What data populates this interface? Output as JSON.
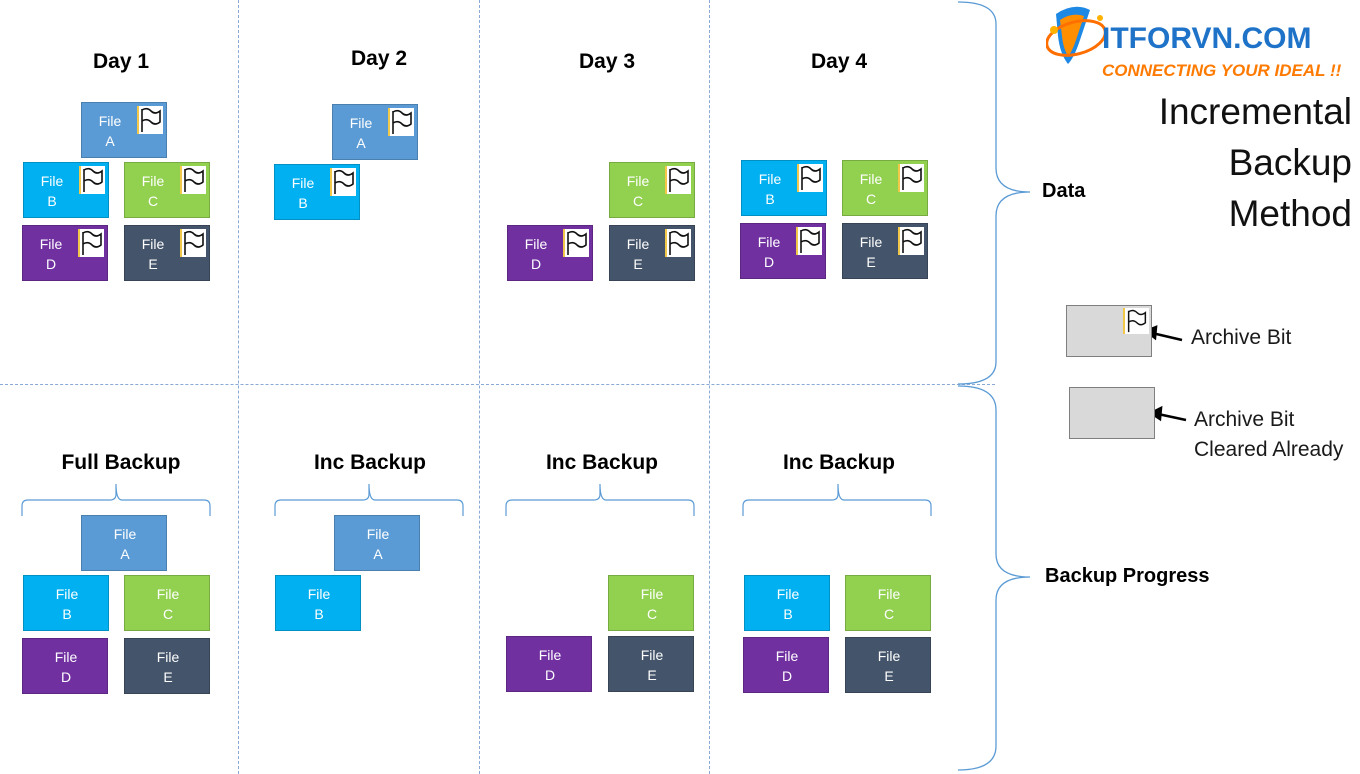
{
  "columns": {
    "days": [
      "Day 1",
      "Day 2",
      "Day 3",
      "Day 4"
    ],
    "backups": [
      "Full Backup",
      "Inc Backup",
      "Inc Backup",
      "Inc Backup"
    ]
  },
  "file_word": "File",
  "files": {
    "a": "A",
    "b": "B",
    "c": "C",
    "d": "D",
    "e": "E"
  },
  "colors": {
    "file_a": "#5b9bd5",
    "file_b": "#00b0f0",
    "file_c": "#92d050",
    "file_d": "#7030a0",
    "file_e": "#44546a",
    "legend_box": "#d9d9d9",
    "grid_line": "#8aa9d6",
    "brace": "#5b9bd5"
  },
  "brace_labels": {
    "data": "Data",
    "backup_progress": "Backup Progress"
  },
  "title": [
    "Incremental",
    "Backup",
    "Method"
  ],
  "logo": {
    "name": "ITFORVN.COM",
    "tagline": "CONNECTING YOUR IDEAL !!"
  },
  "legend": {
    "archive_bit": "Archive Bit",
    "archive_cleared_line1": "Archive Bit",
    "archive_cleared_line2": "Cleared Already"
  }
}
